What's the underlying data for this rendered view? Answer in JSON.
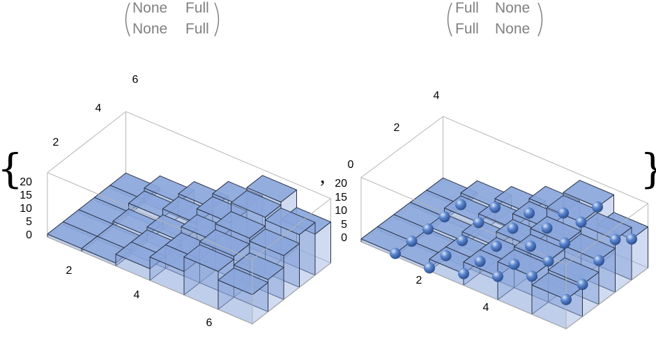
{
  "list_open": "{",
  "list_separator": ",",
  "list_close": "}",
  "chart_data": [
    {
      "type": "bar3d",
      "title_matrix": [
        [
          "None",
          "Full"
        ],
        [
          "None",
          "Full"
        ]
      ],
      "x_ticks": [
        "2",
        "4",
        "6"
      ],
      "y_ticks": [
        "2",
        "4",
        "6"
      ],
      "z_ticks": [
        "0",
        "5",
        "10",
        "15",
        "20"
      ],
      "zlim": [
        0,
        20
      ],
      "grid": [
        [
          1,
          1,
          1,
          1,
          1
        ],
        [
          1,
          1,
          2,
          4,
          5
        ],
        [
          4,
          4,
          5,
          7,
          8
        ],
        [
          8,
          8,
          10,
          12,
          13
        ],
        [
          13,
          14,
          16,
          19,
          20
        ],
        [
          10,
          11,
          15,
          18,
          14
        ]
      ],
      "markers": false,
      "bar_color": "#8aa6db",
      "edge_color": "#2a3446"
    },
    {
      "type": "bar3d",
      "title_matrix": [
        [
          "Full",
          "None"
        ],
        [
          "Full",
          "None"
        ]
      ],
      "x_ticks": [
        "2",
        "4"
      ],
      "y_ticks": [
        "0",
        "2",
        "4"
      ],
      "z_ticks": [
        "0",
        "5",
        "10",
        "15",
        "20"
      ],
      "zlim": [
        0,
        20
      ],
      "grid": [
        [
          1,
          1,
          1,
          1,
          1
        ],
        [
          1,
          1,
          2,
          4,
          5
        ],
        [
          4,
          4,
          5,
          7,
          8
        ],
        [
          8,
          8,
          10,
          12,
          13
        ],
        [
          13,
          14,
          16,
          19,
          20
        ],
        [
          10,
          11,
          15,
          18,
          14
        ]
      ],
      "markers": true,
      "marker_color": "#5b86cf",
      "bar_color": "#8aa6db",
      "edge_color": "#2a3446"
    }
  ]
}
